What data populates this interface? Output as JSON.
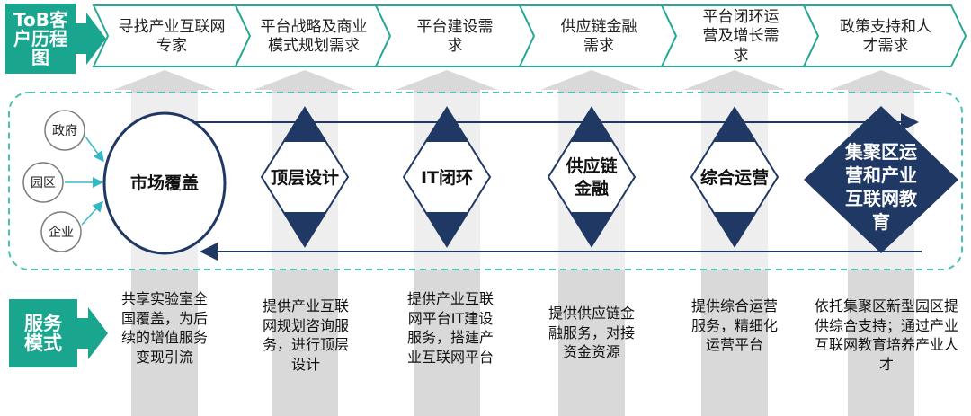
{
  "journey_label": "ToB客户历程图",
  "service_label": "服务模式",
  "journey_steps": [
    "寻找产业互联网专家",
    "平台战略及商业模式规划需求",
    "平台建设需求",
    "供应链金融需求",
    "平台闭环运营及增长需求",
    "政策支持和人才需求"
  ],
  "customers": [
    "政府",
    "园区",
    "企业"
  ],
  "core_nodes": [
    "市场覆盖",
    "顶层设计",
    "IT闭环",
    "供应链金融",
    "综合运营",
    "集聚区运营和产业互联网教育"
  ],
  "services": [
    "共享实验室全国覆盖，为后续的增值服务变现引流",
    "提供产业互联网规划咨询服务，进行顶层设计",
    "提供产业互联网平台IT建设服务，搭建产业互联网平台",
    "提供供应链金融服务，对接资金资源",
    "提供综合运营服务，精细化运营平台",
    "依托集聚区新型园区提供综合支持；通过产业互联网教育培养产业人才"
  ],
  "colors": {
    "teal": "#1aa58e",
    "navy": "#1f3864",
    "chevron_border": "#2aa893",
    "arrow_gray": "#d9d9d9"
  }
}
